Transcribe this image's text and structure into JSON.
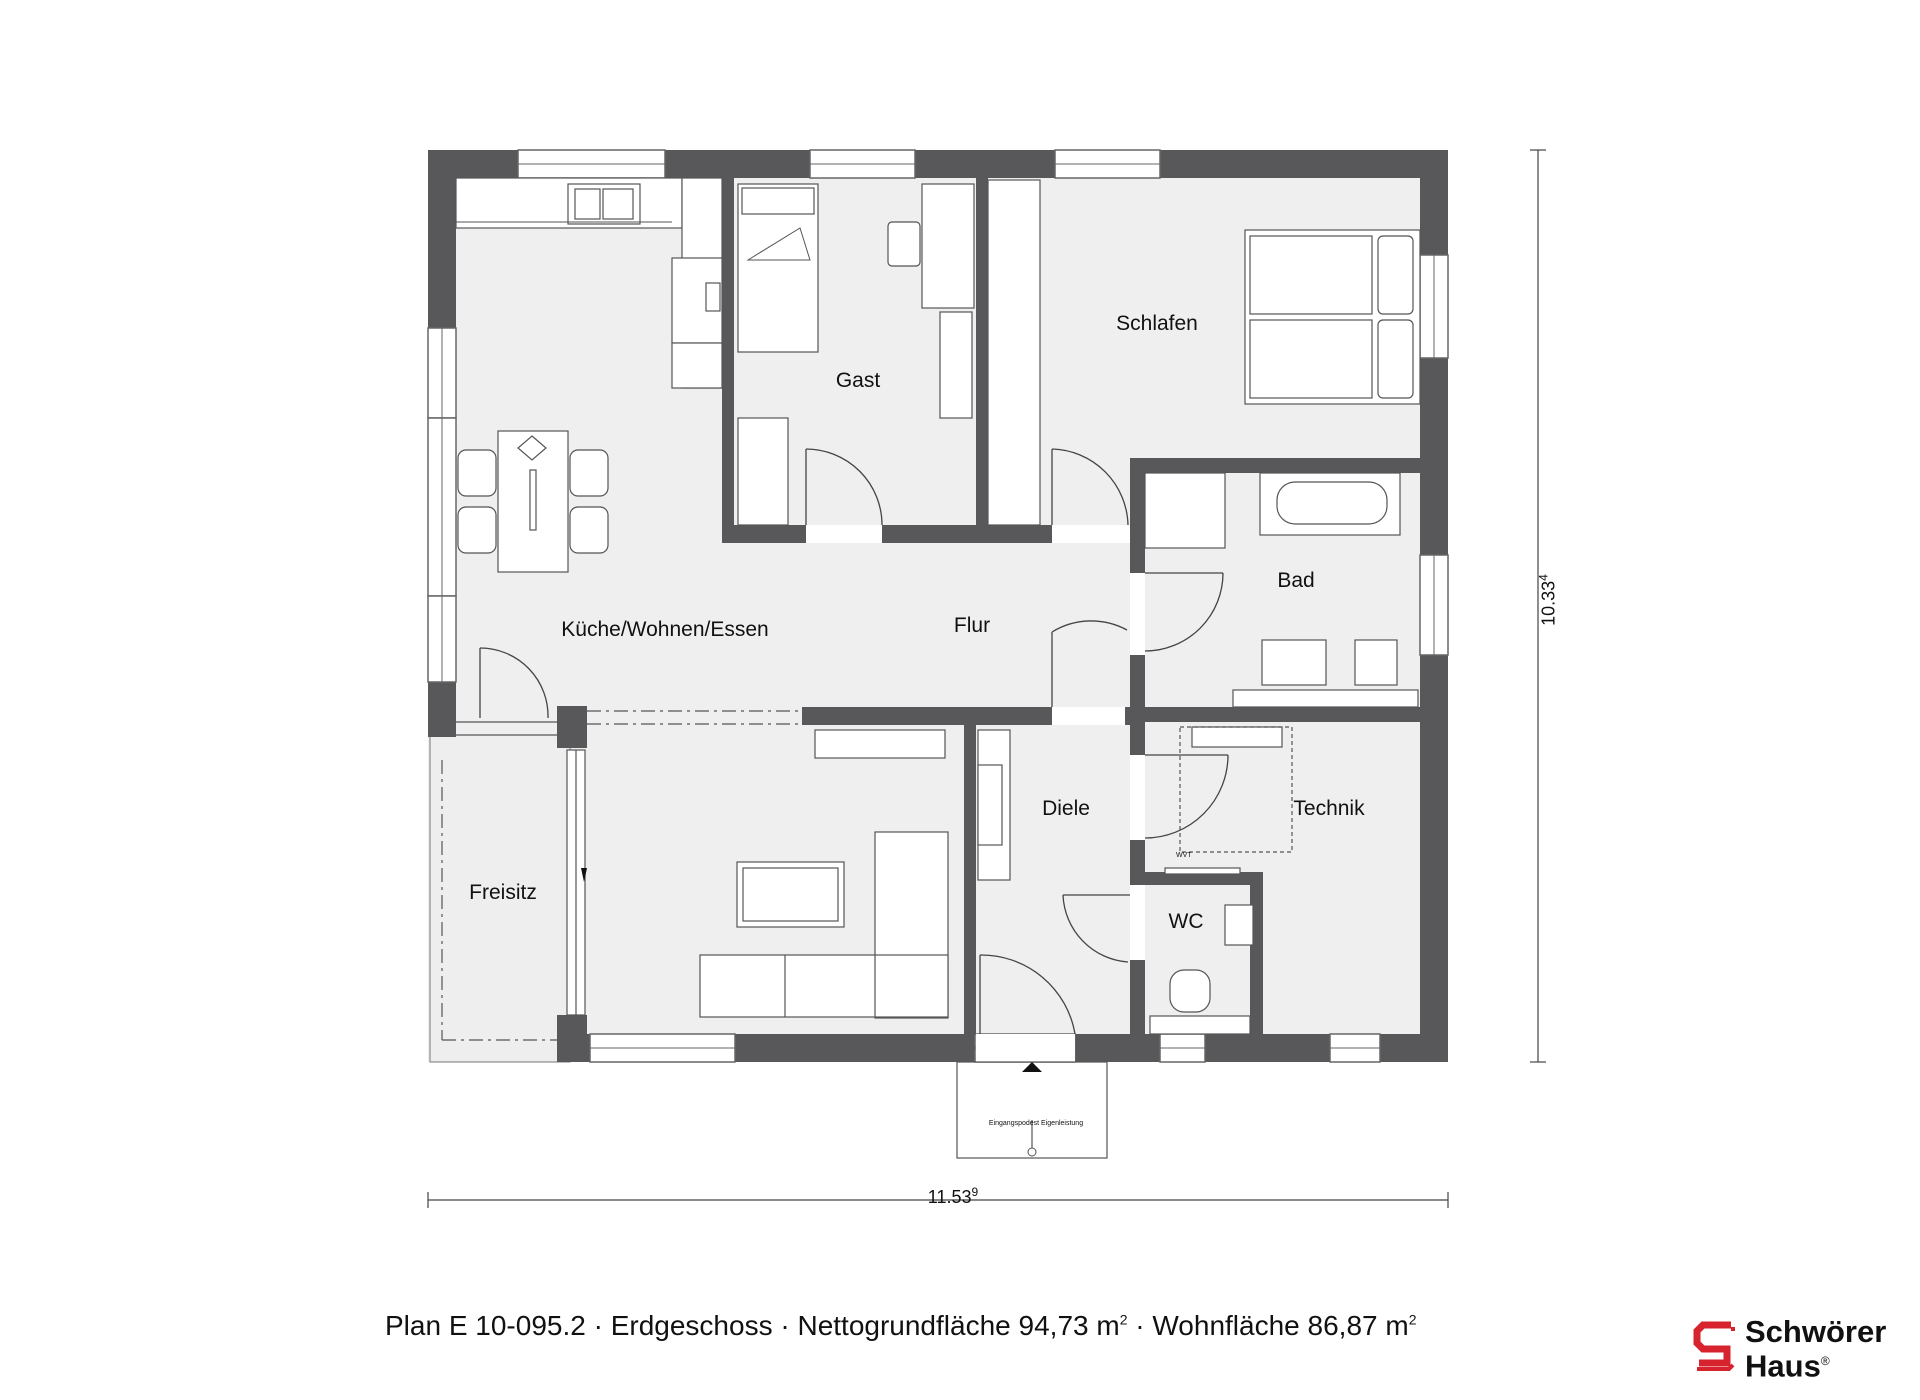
{
  "rooms": {
    "kueche": "Küche/Wohnen/Essen",
    "gast": "Gast",
    "schlafen": "Schlafen",
    "flur": "Flur",
    "bad": "Bad",
    "diele": "Diele",
    "technik": "Technik",
    "wc": "WC",
    "freisitz": "Freisitz"
  },
  "dimensions": {
    "width_main": "11.53",
    "width_sup": "9",
    "depth_main": "10.33",
    "depth_sup": "4"
  },
  "annotations": {
    "entrance": "Eingangspodest Eigenleistung",
    "wvt": "WVT"
  },
  "caption": {
    "plan": "Plan E 10-095.2",
    "floor": "Erdgeschoss",
    "net_area_label": "Nettogrundfläche",
    "net_area_value": "94,73 m",
    "living_area_label": "Wohnfläche",
    "living_area_value": "86,87 m",
    "unit_sup": "2",
    "separator": "·"
  },
  "logo": {
    "line1": "Schwörer",
    "line2": "Haus",
    "reg": "®",
    "mark_color": "#d7232d"
  },
  "colors": {
    "wall": "#58585a",
    "floor": "#efefef",
    "line": "#555555"
  }
}
